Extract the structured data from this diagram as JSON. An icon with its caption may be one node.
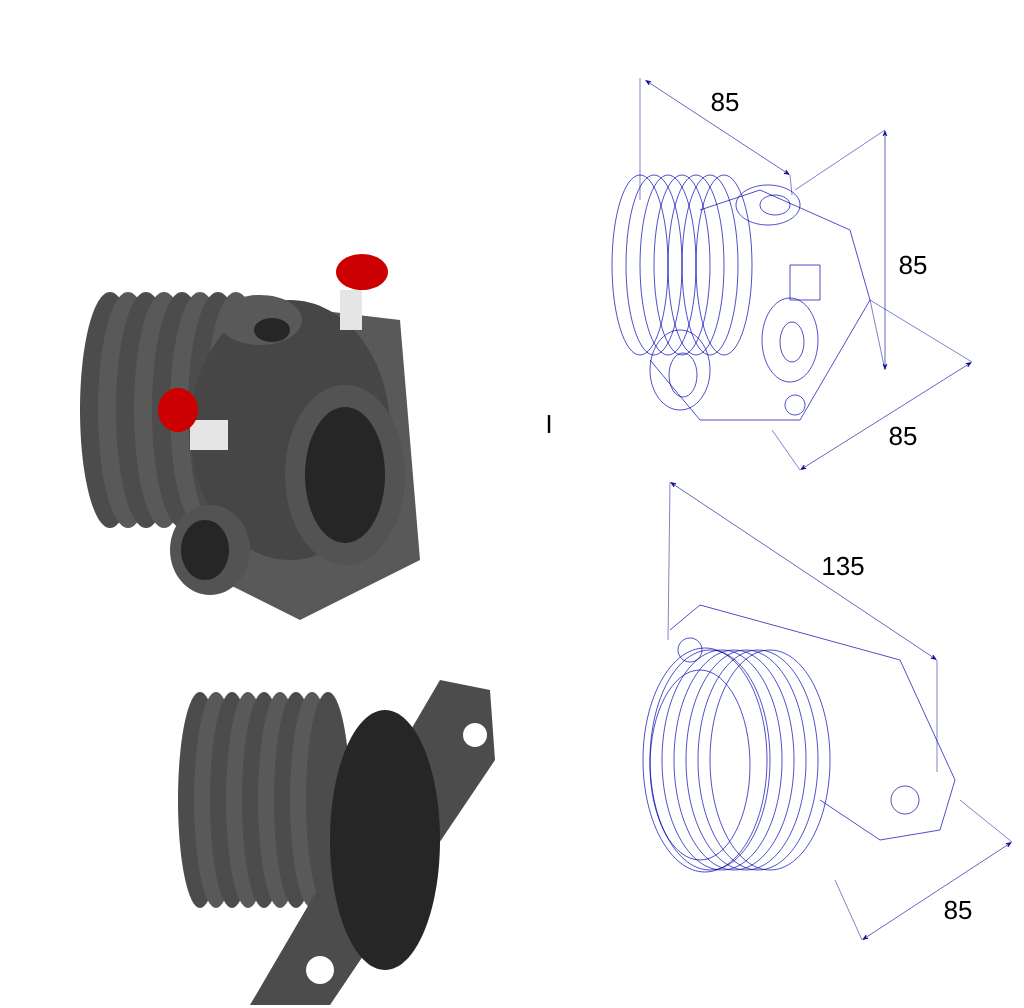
{
  "diagram": {
    "labels": [
      "85",
      "85",
      "I",
      "85",
      "135",
      "85"
    ]
  }
}
